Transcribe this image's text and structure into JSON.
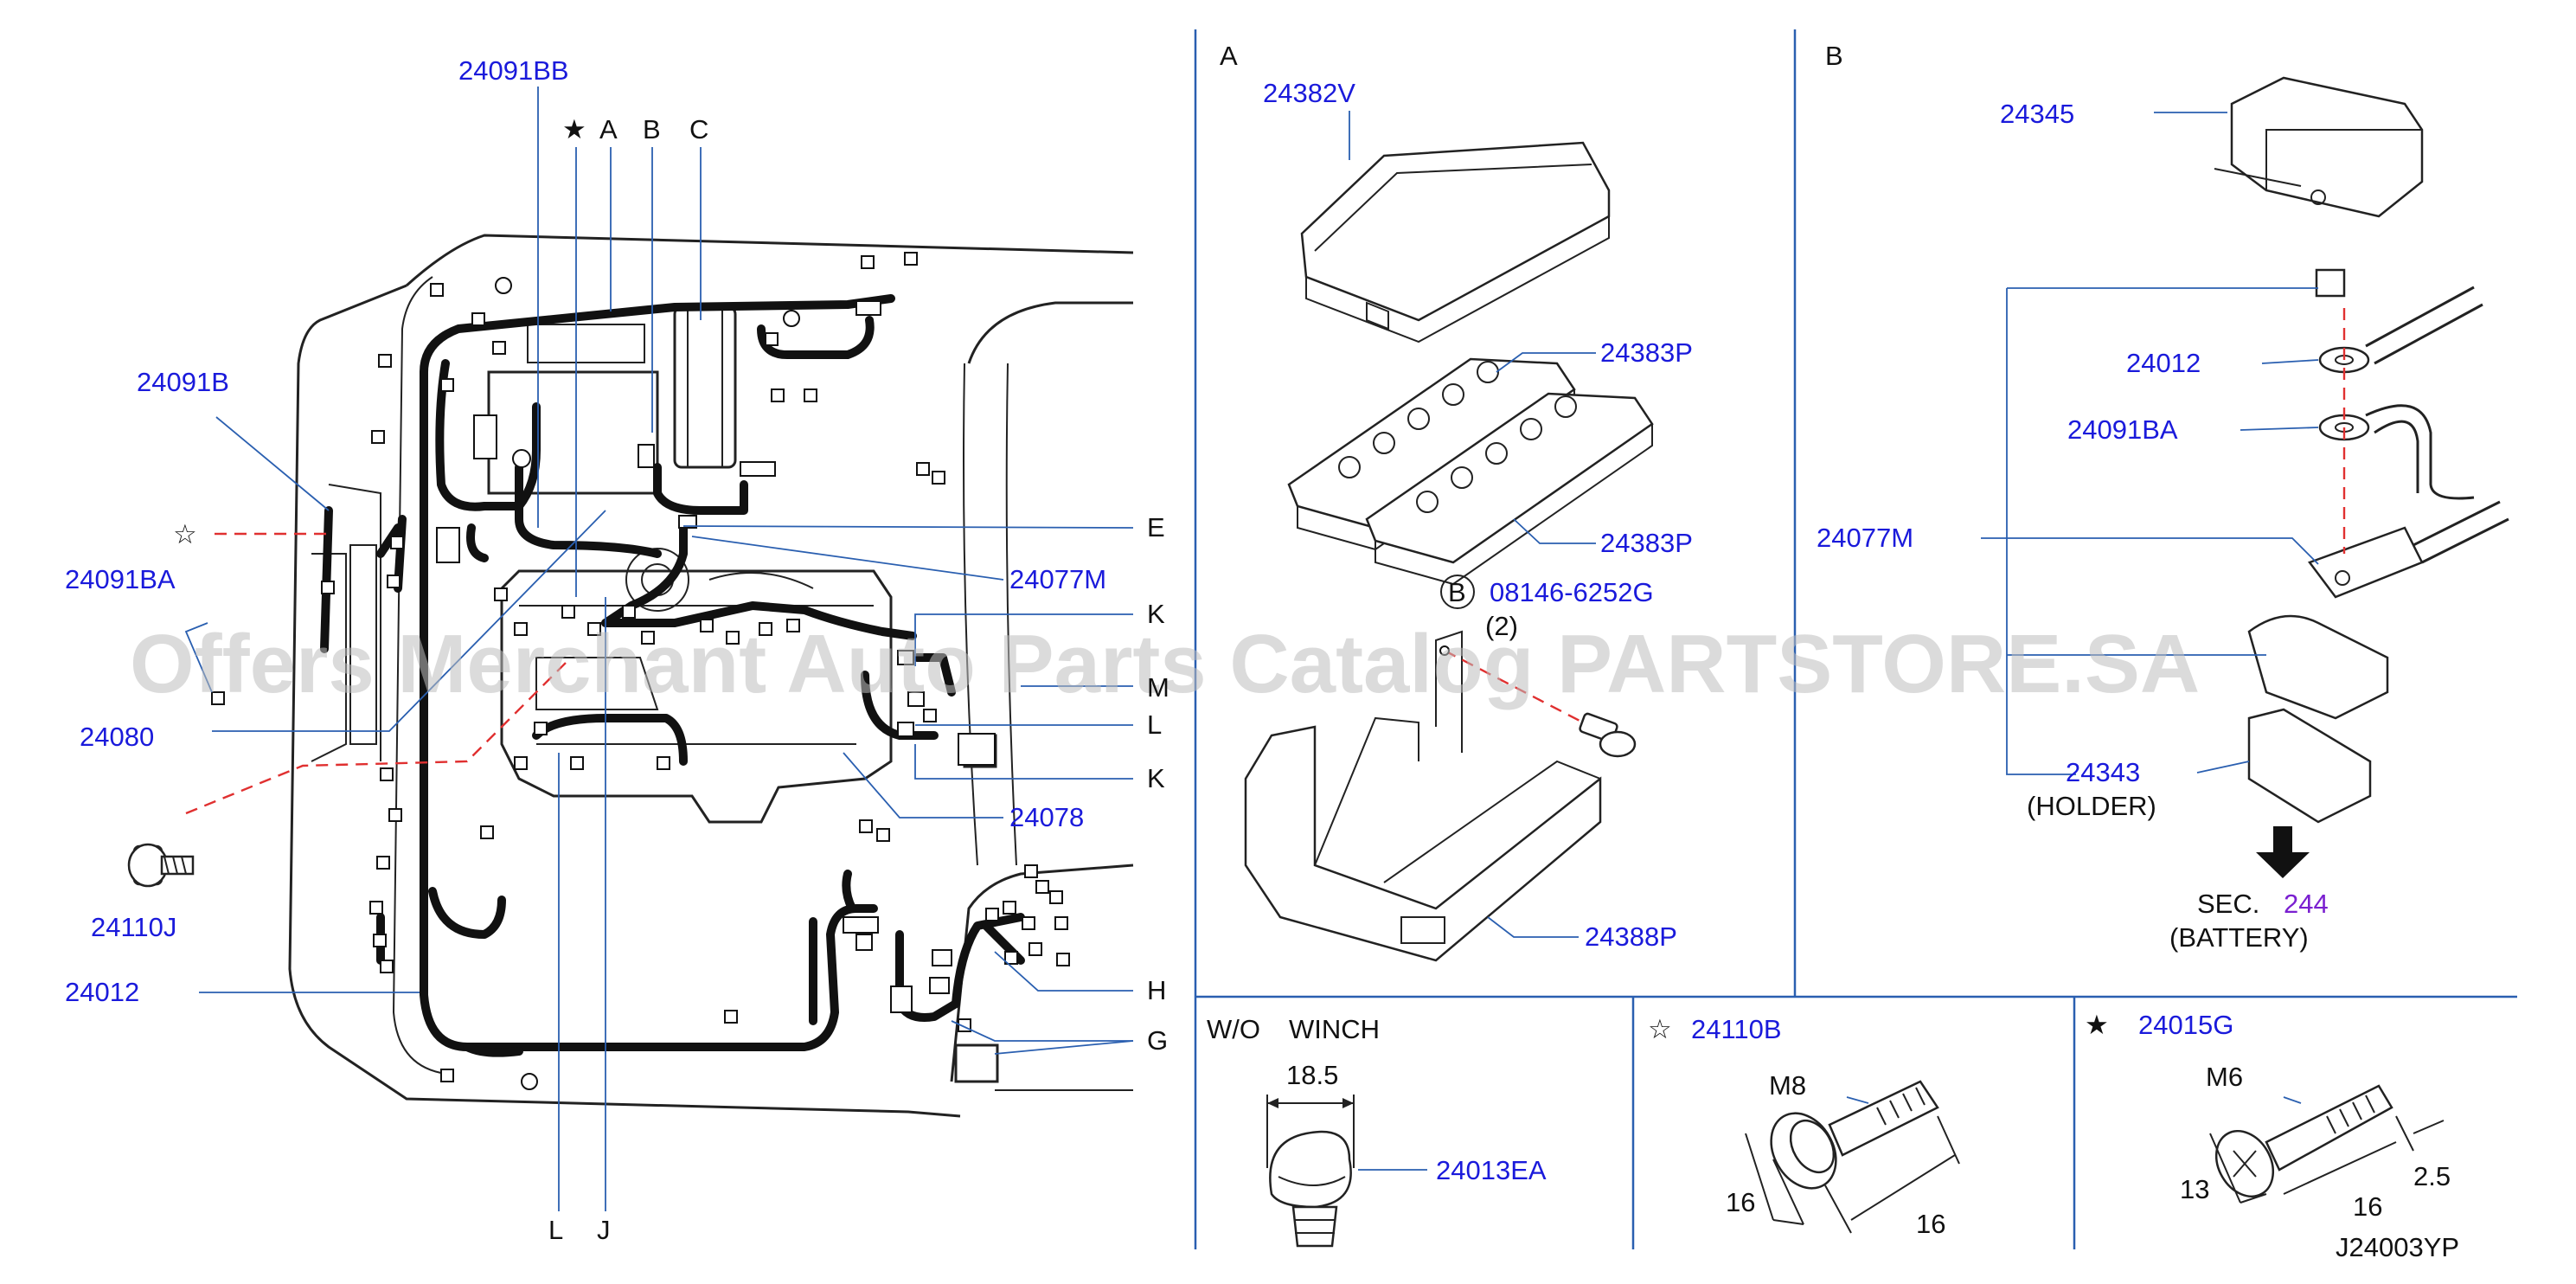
{
  "diagram_id": "J24003YP",
  "watermark": "Offers Merchant Auto Parts Catalog PARTSTORE.SA",
  "main_labels": {
    "p24091BB": "24091BB",
    "star": "★",
    "A": "A",
    "B": "B",
    "C": "C",
    "p24091B": "24091B",
    "star_open": "☆",
    "p24091BA": "24091BA",
    "p24080": "24080",
    "p24110J": "24110J",
    "p24012": "24012",
    "E": "E",
    "p24077M": "24077M",
    "K1": "K",
    "M": "M",
    "L_right": "L",
    "K2": "K",
    "p24078": "24078",
    "H": "H",
    "G": "G",
    "L_bottom": "L",
    "J": "J"
  },
  "section_a": {
    "title": "A",
    "p24382V": "24382V",
    "p24383P_1": "24383P",
    "p24383P_2": "24383P",
    "circle_b": "B",
    "p08146": "08146-6252G",
    "qty": "(2)",
    "p24388P": "24388P"
  },
  "section_b": {
    "title": "B",
    "p24345": "24345",
    "p24012": "24012",
    "p24091BA": "24091BA",
    "p24077M": "24077M",
    "p24343": "24343",
    "holder": "(HOLDER)",
    "sec": "SEC.",
    "sec_num": "244",
    "battery": "(BATTERY)"
  },
  "bottom_panels": {
    "winch": {
      "title_a": "W/O",
      "title_b": "WINCH",
      "dim": "18.5",
      "part": "24013EA"
    },
    "bolt_b": {
      "symbol": "☆",
      "part": "24110B",
      "thread": "M8",
      "dim_a": "16",
      "dim_b": "16"
    },
    "bolt_g": {
      "symbol": "★",
      "part": "24015G",
      "thread": "M6",
      "dim_a": "13",
      "dim_b": "16",
      "dim_c": "2.5"
    }
  },
  "colors": {
    "label": "#1a1adb",
    "leader": "#2a5fb0",
    "dashed": "#e03030",
    "sec_ref": "#7a1fd0"
  }
}
